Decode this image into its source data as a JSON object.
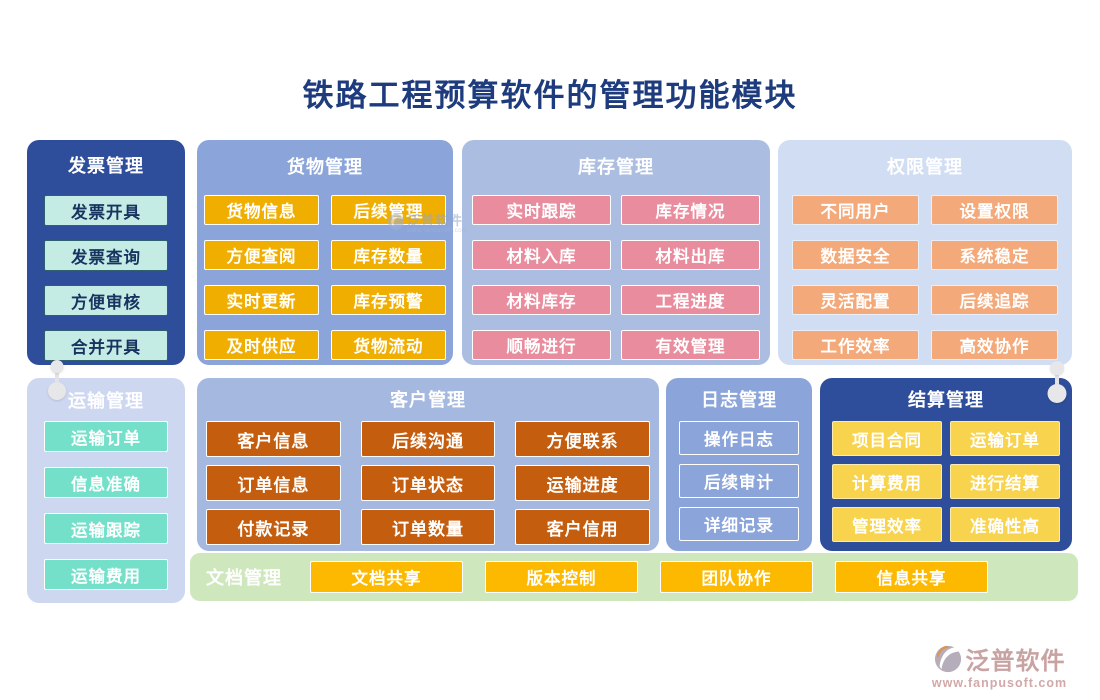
{
  "title": "铁路工程预算软件的管理功能模块",
  "panels": {
    "invoice": {
      "title": "发票管理",
      "items": [
        "发票开具",
        "发票查询",
        "方便审核",
        "合并开具"
      ]
    },
    "goods": {
      "title": "货物管理",
      "items": [
        "货物信息",
        "后续管理",
        "方便查阅",
        "库存数量",
        "实时更新",
        "库存预警",
        "及时供应",
        "货物流动"
      ]
    },
    "inventory": {
      "title": "库存管理",
      "items": [
        "实时跟踪",
        "库存情况",
        "材料入库",
        "材料出库",
        "材料库存",
        "工程进度",
        "顺畅进行",
        "有效管理"
      ]
    },
    "permission": {
      "title": "权限管理",
      "items": [
        "不同用户",
        "设置权限",
        "数据安全",
        "系统稳定",
        "灵活配置",
        "后续追踪",
        "工作效率",
        "高效协作"
      ]
    },
    "transport": {
      "title": "运输管理",
      "items": [
        "运输订单",
        "信息准确",
        "运输跟踪",
        "运输费用"
      ]
    },
    "customer": {
      "title": "客户管理",
      "items": [
        "客户信息",
        "后续沟通",
        "方便联系",
        "订单信息",
        "订单状态",
        "运输进度",
        "付款记录",
        "订单数量",
        "客户信用"
      ]
    },
    "log": {
      "title": "日志管理",
      "items": [
        "操作日志",
        "后续审计",
        "详细记录"
      ]
    },
    "settlement": {
      "title": "结算管理",
      "items": [
        "项目合同",
        "运输订单",
        "计算费用",
        "进行结算",
        "管理效率",
        "准确性高"
      ]
    },
    "document": {
      "title": "文档管理",
      "items": [
        "文档共享",
        "版本控制",
        "团队协作",
        "信息共享"
      ]
    }
  },
  "brand": {
    "name": "泛普软件",
    "url": "www.fanpusoft.com"
  },
  "colors": {
    "title-color": "#1d3b7d",
    "invoice-bg": "#2e4d9b",
    "invoice-item-bg": "#c5ebe5",
    "invoice-item-text": "#17335f",
    "goods-bg": "#8ba4d9",
    "goods-item-bg": "#f0ae00",
    "inventory-bg": "#abbde0",
    "inventory-item-bg": "#e98d9e",
    "permission-bg": "#d1ddf3",
    "permission-item-bg": "#f3a979",
    "transport-bg": "#cdd7ef",
    "transport-item-bg": "#75e0ca",
    "customer-bg": "#a5b8df",
    "customer-item-bg": "#c55d0e",
    "log-bg": "#8ba4d9",
    "settlement-bg": "#2e4d9b",
    "settlement-item-bg": "#f8d34d",
    "document-bg": "#cfe7bd",
    "document-item-bg": "#fdb900",
    "brand-color": "#c9a2a2"
  }
}
